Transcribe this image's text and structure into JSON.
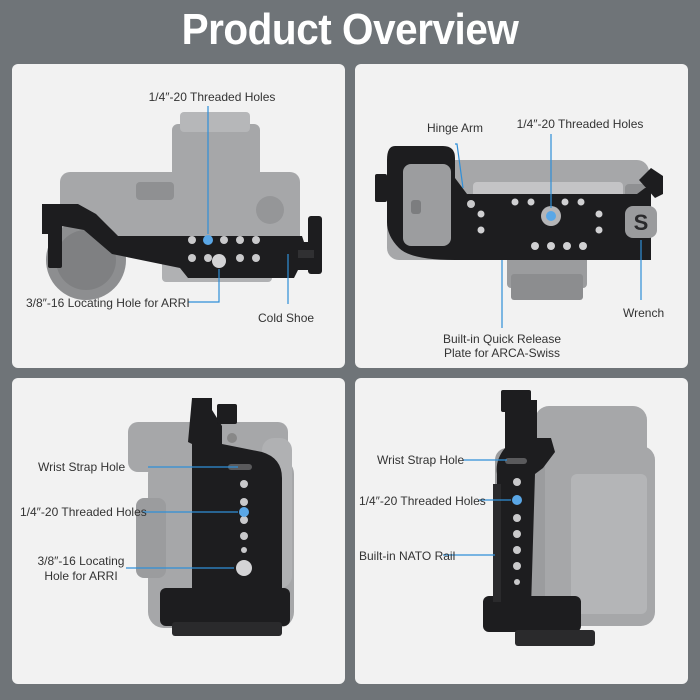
{
  "page": {
    "title": "Product Overview"
  },
  "panels": [
    {
      "view": "top",
      "labels": {
        "threaded_holes": "1/4″-20 Threaded Holes",
        "locating_hole": "3/8″-16 Locating Hole for ARRI",
        "cold_shoe": "Cold Shoe"
      }
    },
    {
      "view": "bottom",
      "labels": {
        "hinge_arm": "Hinge Arm",
        "threaded_holes": "1/4″-20 Threaded Holes",
        "quick_release_line1": "Built-in Quick Release",
        "quick_release_line2": "Plate for ARCA-Swiss",
        "wrench": "Wrench"
      }
    },
    {
      "view": "side-grip",
      "labels": {
        "wrist_strap": "Wrist Strap Hole",
        "threaded_holes": "1/4″-20 Threaded Holes",
        "locating_line1": "3/8″-16 Locating",
        "locating_line2": "Hole for ARRI"
      }
    },
    {
      "view": "side-rear",
      "labels": {
        "wrist_strap": "Wrist Strap Hole",
        "threaded_holes": "1/4″-20 Threaded Holes",
        "nato_rail": "Built-in NATO Rail"
      }
    }
  ],
  "colors": {
    "background": "#6f7478",
    "panel": "#f2f2f2",
    "cage": "#1c1c1e",
    "camera": "#a4a5a7",
    "callout": "#2f8fd8"
  }
}
